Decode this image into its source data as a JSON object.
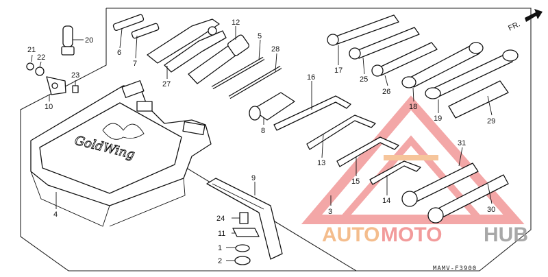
{
  "diagram": {
    "code": "MAMV-F3900",
    "direction_label": "FR.",
    "logo_text": "GoldWing",
    "callouts": [
      "20",
      "21",
      "22",
      "23",
      "10",
      "6",
      "7",
      "27",
      "12",
      "5",
      "28",
      "8",
      "16",
      "13",
      "15",
      "14",
      "4",
      "9",
      "24",
      "11",
      "1",
      "2",
      "3",
      "17",
      "25",
      "26",
      "18",
      "19",
      "29",
      "31",
      "30"
    ]
  },
  "watermark": {
    "text_auto": "AUTO",
    "text_moto": "MOTO",
    "text_hub": "HUB",
    "color_red": "#f08a8a",
    "color_orange": "#f3b27a",
    "color_gray": "#9a9a9a"
  }
}
